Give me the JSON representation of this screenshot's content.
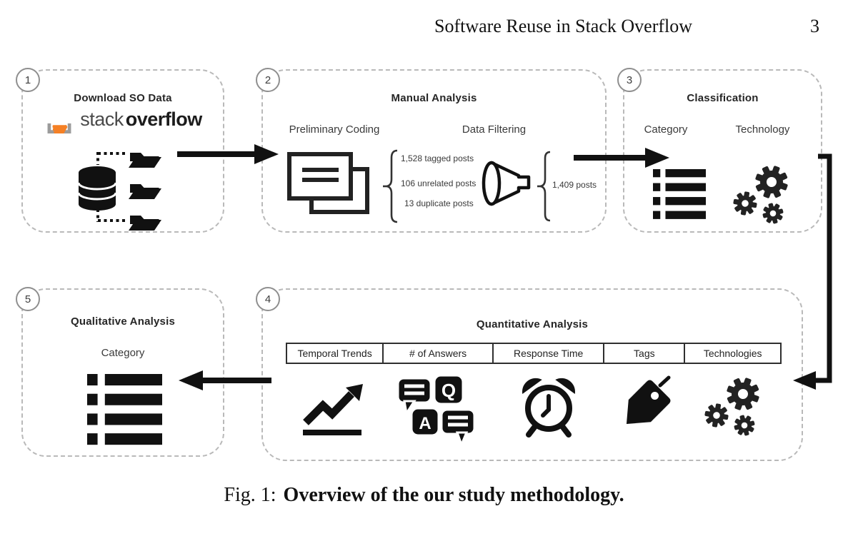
{
  "header": {
    "title": "Software Reuse in Stack Overflow",
    "page_number": "3"
  },
  "caption": {
    "prefix": "Fig. 1:",
    "text": "Overview of the our study methodology."
  },
  "colors": {
    "so_orange": "#F58025",
    "so_tray": "#9B9B9B",
    "ink": "#111111",
    "box_border": "#B9B9B9"
  },
  "boxes": {
    "download": {
      "number": "1",
      "title": "Download SO Data",
      "logo_stack": "stack",
      "logo_overflow": "overflow"
    },
    "manual": {
      "number": "2",
      "title": "Manual Analysis",
      "coding_label": "Preliminary Coding",
      "filtering_label": "Data Filtering",
      "filter_inputs": [
        "1,528 tagged posts",
        "106 unrelated posts",
        "13 duplicate posts"
      ],
      "filter_output": "1,409 posts"
    },
    "classification": {
      "number": "3",
      "title": "Classification",
      "category_label": "Category",
      "technology_label": "Technology"
    },
    "quantitative": {
      "number": "4",
      "title": "Quantitative Analysis",
      "columns": [
        "Temporal Trends",
        "# of Answers",
        "Response Time",
        "Tags",
        "Technologies"
      ],
      "icon_letters": {
        "q": "Q",
        "a": "A"
      }
    },
    "qualitative": {
      "number": "5",
      "title": "Qualitative Analysis",
      "category_label": "Category"
    }
  }
}
